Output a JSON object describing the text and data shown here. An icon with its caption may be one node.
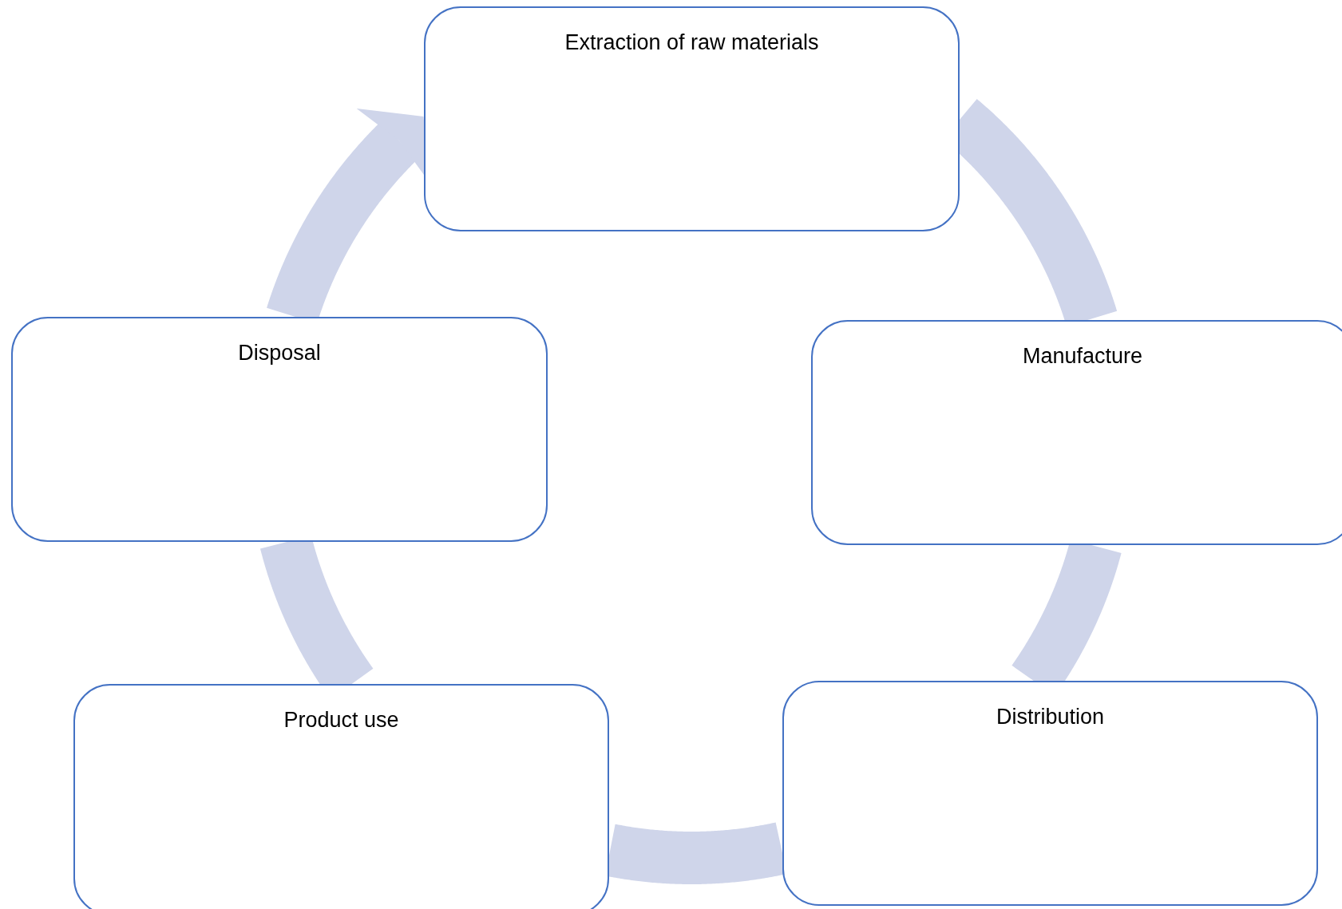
{
  "diagram": {
    "nodes": [
      {
        "text": [
          "Extraction of raw materials"
        ]
      },
      {
        "text": [
          "Manufacture"
        ]
      },
      {
        "text": [
          "Distribution"
        ]
      },
      {
        "text": [
          "Product use"
        ]
      },
      {
        "text": [
          "Disposal"
        ]
      }
    ],
    "edges": [
      {
        "from": 0,
        "to": 1,
        "arrow": "none"
      },
      {
        "from": 1,
        "to": 2,
        "arrow": "none"
      },
      {
        "from": 2,
        "to": 3,
        "arrow": "none"
      },
      {
        "from": 3,
        "to": 4,
        "arrow": "none"
      },
      {
        "from": 4,
        "to": 0,
        "arrow": "to"
      }
    ]
  }
}
